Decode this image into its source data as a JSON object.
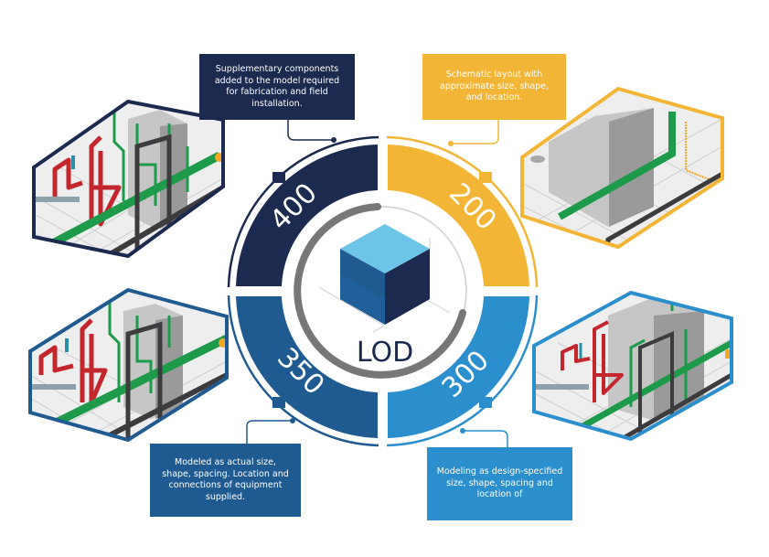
{
  "center": {
    "title": "LOD",
    "icon": "cube-icon"
  },
  "levels": [
    {
      "id": "400",
      "label": "400",
      "description": "Supplementary components added to the model required for fabrication and field installation.",
      "color": "#1b2a4e",
      "illustration": "detailed-piping-model"
    },
    {
      "id": "200",
      "label": "200",
      "description": "Schematic layout with approximate size, shape, and location.",
      "color": "#f3b535",
      "illustration": "schematic-block-model"
    },
    {
      "id": "350",
      "label": "350",
      "description": "Modeled as actual size, shape, spacing. Location and connections of equipment supplied.",
      "color": "#1f5a91",
      "illustration": "connected-piping-model"
    },
    {
      "id": "300",
      "label": "300",
      "description": "Modeling as design-specified size, shape, spacing and location of",
      "color": "#2a8fcc",
      "illustration": "design-piping-model"
    }
  ],
  "colors": {
    "pipe_red": "#c4262e",
    "pipe_green": "#1d9a4a",
    "pipe_dark": "#3c3c3e",
    "pipe_teal": "#2a8fa8",
    "pipe_orange": "#f5a623",
    "floor": "#eeeeee",
    "grid": "#c9c9c9",
    "block_light": "#c6c6c6",
    "block_dark": "#9a9a9a",
    "cube_top": "#6cc4e6",
    "cube_left": "#1f5a91",
    "cube_right": "#1b2a4e",
    "progress_arc": "#777777",
    "track_arc": "#d0d0d0"
  }
}
